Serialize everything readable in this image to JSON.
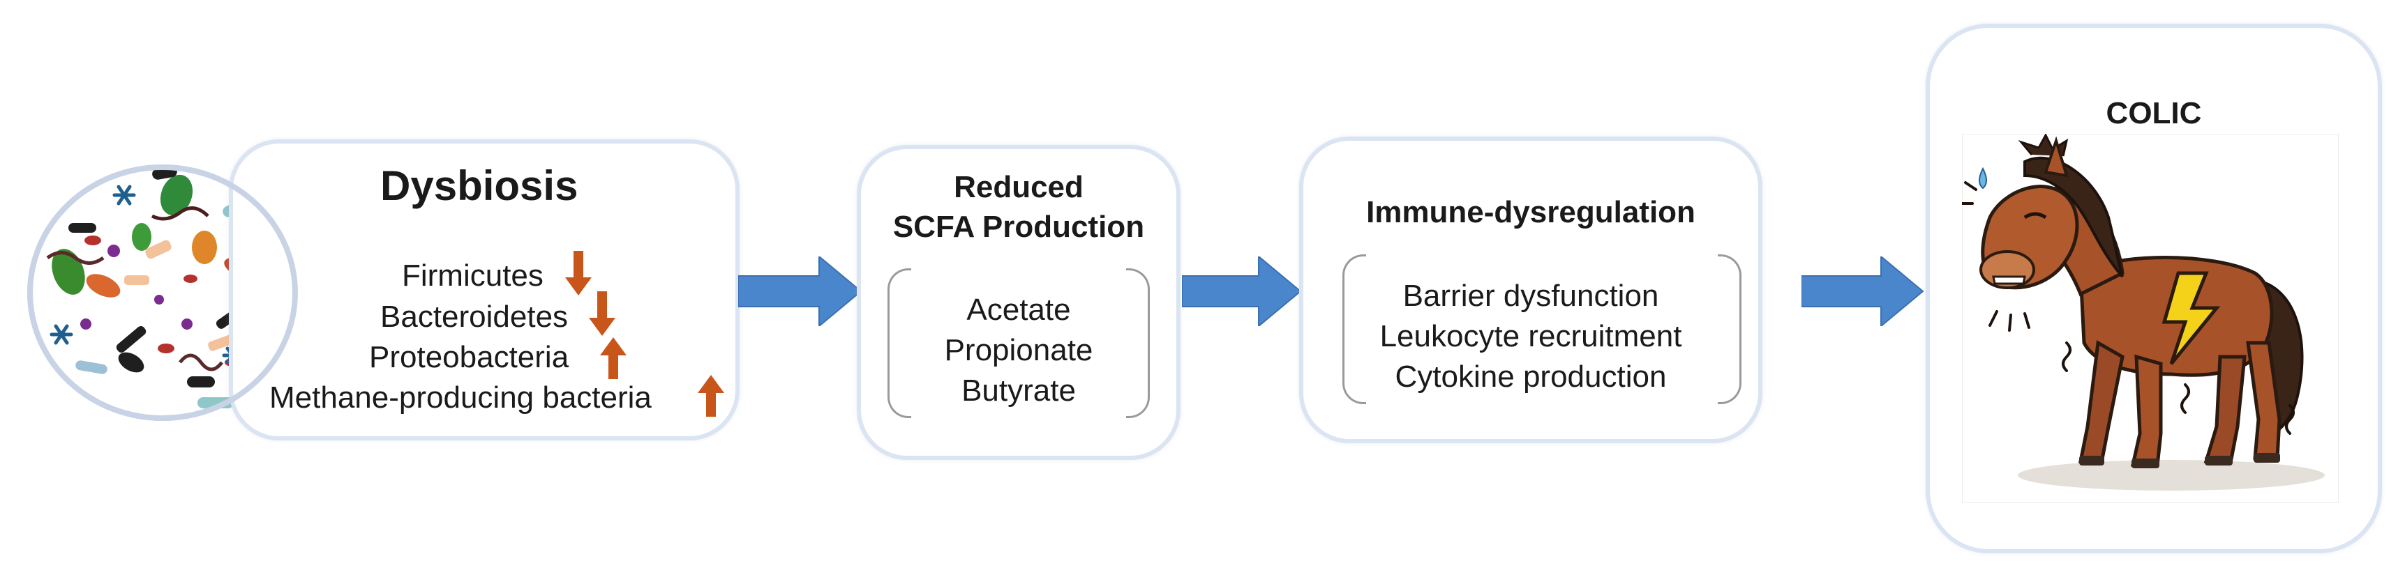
{
  "dysbiosis": {
    "title": "Dysbiosis",
    "items": [
      {
        "label": "Firmicutes",
        "trend": "down"
      },
      {
        "label": "Bacteroidetes",
        "trend": "down"
      },
      {
        "label": "Proteobacteria",
        "trend": "up"
      },
      {
        "label": "Methane-producing bacteria",
        "trend": "up"
      }
    ]
  },
  "scfa": {
    "title_line1": "Reduced",
    "title_line2": "SCFA Production",
    "items": [
      "Acetate",
      "Propionate",
      "Butyrate"
    ]
  },
  "immune": {
    "title": "Immune-dysregulation",
    "items": [
      "Barrier dysfunction",
      "Leukocyte recruitment",
      "Cytokine production"
    ]
  },
  "colic": {
    "title": "COLIC"
  },
  "colors": {
    "arrow_fill": "#4a86cc",
    "trend_arrow": "#c8561a",
    "box_border": "#dbe4f2"
  }
}
